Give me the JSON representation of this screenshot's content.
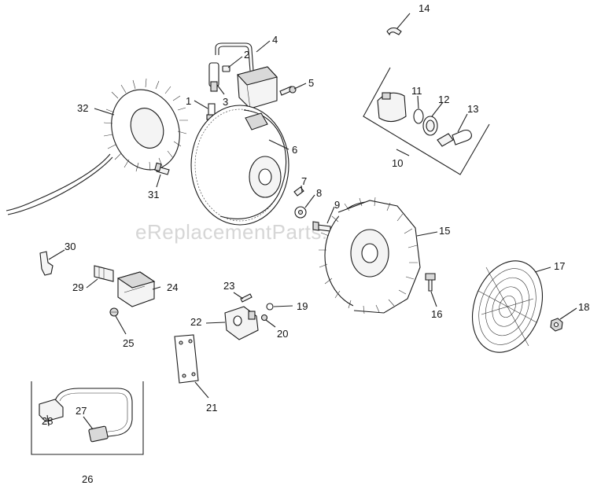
{
  "watermark": "eReplacementParts.com",
  "callouts": {
    "c1": "1",
    "c2": "2",
    "c3": "3",
    "c4": "4",
    "c5": "5",
    "c6": "6",
    "c7": "7",
    "c8": "8",
    "c9": "9",
    "c10": "10",
    "c11": "11",
    "c12": "12",
    "c13": "13",
    "c14": "14",
    "c15": "15",
    "c16": "16",
    "c17": "17",
    "c18": "18",
    "c19": "19",
    "c20": "20",
    "c21": "21",
    "c22": "22",
    "c23": "23",
    "c24": "24",
    "c25": "25",
    "c26": "26",
    "c27": "27",
    "c28": "28",
    "c29": "29",
    "c30": "30",
    "c31": "31",
    "c32": "32"
  }
}
